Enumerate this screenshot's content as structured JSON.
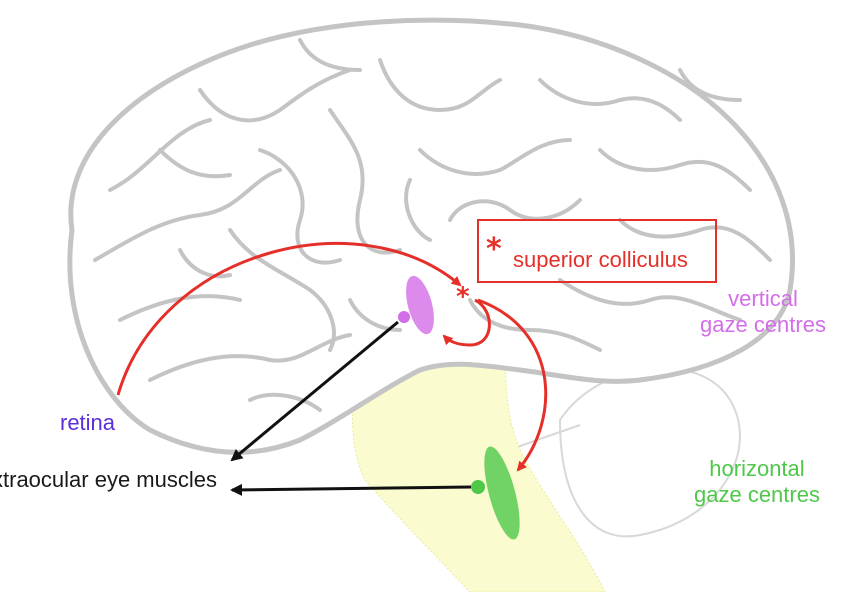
{
  "labels": {
    "retina": "retina",
    "extraocular": "xtraocular eye muscles",
    "vertical_line1": "vertical",
    "vertical_line2": "gaze centres",
    "horizontal_line1": "horizontal",
    "horizontal_line2": "gaze centres",
    "superior_colliculus": "superior colliculus",
    "star_symbol": "*"
  },
  "colors": {
    "brain_outline": "#c4c4c4",
    "brainstem_fill": "#fbfbd0",
    "red_pathway": "#e5302a",
    "retina_label": "#5b2fd6",
    "vertical_centres": "#d36ee8",
    "horizontal_centres": "#4fc84a",
    "black_arrows": "#111111",
    "muscles_label": "#1a1a1a",
    "cerebellum_outline": "#d8d8d8"
  }
}
